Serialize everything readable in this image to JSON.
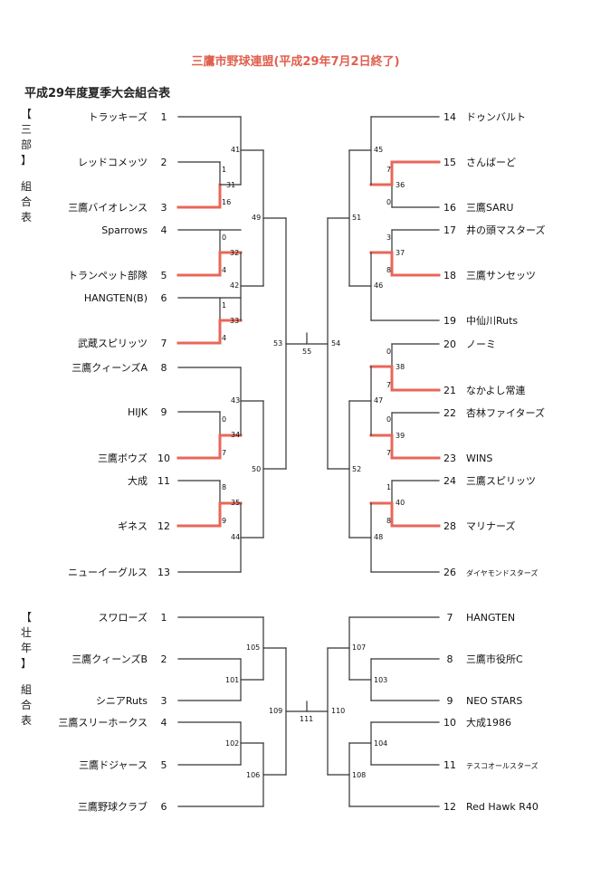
{
  "title": "三鷹市野球連盟(平成29年7月2日終了)",
  "subtitle": "平成29年度夏季大会組合表",
  "division_a_label": [
    "【",
    "三",
    "部",
    "】",
    "組",
    "合",
    "表"
  ],
  "division_b_label": [
    "【",
    "壮",
    "年",
    "】",
    "組",
    "合",
    "表"
  ],
  "colors": {
    "winner": "#e8675a",
    "line": "#333333",
    "title": "#e0604f"
  },
  "division_a": {
    "left_teams": [
      {
        "seed": "1",
        "name": "トラッキーズ"
      },
      {
        "seed": "2",
        "name": "レッドコメッツ"
      },
      {
        "seed": "3",
        "name": "三鷹バイオレンス"
      },
      {
        "seed": "4",
        "name": "Sparrows"
      },
      {
        "seed": "5",
        "name": "トランペット部隊"
      },
      {
        "seed": "6",
        "name": "HANGTEN(B)"
      },
      {
        "seed": "7",
        "name": "武蔵スピリッツ"
      },
      {
        "seed": "8",
        "name": "三鷹クィーンズA"
      },
      {
        "seed": "9",
        "name": "HIJK"
      },
      {
        "seed": "10",
        "name": "三鷹ボウズ"
      },
      {
        "seed": "11",
        "name": "大成"
      },
      {
        "seed": "12",
        "name": "ギネス"
      },
      {
        "seed": "13",
        "name": "ニューイーグルス"
      }
    ],
    "right_teams": [
      {
        "seed": "14",
        "name": "ドゥンバルト"
      },
      {
        "seed": "15",
        "name": "さんばーど"
      },
      {
        "seed": "16",
        "name": "三鷹SARU"
      },
      {
        "seed": "17",
        "name": "井の頭マスターズ"
      },
      {
        "seed": "18",
        "name": "三鷹サンセッツ"
      },
      {
        "seed": "19",
        "name": "中仙川Ruts"
      },
      {
        "seed": "20",
        "name": "ノーミ"
      },
      {
        "seed": "21",
        "name": "なかよし常連"
      },
      {
        "seed": "22",
        "name": "杏林ファイターズ"
      },
      {
        "seed": "23",
        "name": "WINS"
      },
      {
        "seed": "24",
        "name": "三鷹スピリッツ"
      },
      {
        "seed": "28",
        "name": "マリナーズ"
      },
      {
        "seed": "26",
        "name": "ダイヤモンドスターズ"
      }
    ],
    "left_matches": [
      "31",
      "41",
      "32",
      "42",
      "33",
      "49",
      "34",
      "43",
      "35",
      "44",
      "50",
      "53"
    ],
    "right_matches": [
      "36",
      "45",
      "37",
      "46",
      "51",
      "38",
      "39",
      "47",
      "40",
      "48",
      "52",
      "54"
    ],
    "final_match": "55",
    "left_scores": {
      "m31_top": "1",
      "m31_bottom": "16",
      "m32_top": "0",
      "m32_bottom": "4",
      "m33_top": "1",
      "m33_bottom": "4",
      "m34_top": "0",
      "m34_bottom": "7",
      "m35_top": "8",
      "m35_bottom": "9"
    },
    "right_scores": {
      "m36_top": "7",
      "m36_bottom": "0",
      "m37_top": "3",
      "m37_bottom": "8",
      "m38_top": "0",
      "m38_bottom": "7",
      "m39_top": "0",
      "m39_bottom": "7",
      "m40_top": "1",
      "m40_bottom": "8"
    }
  },
  "division_b": {
    "left_teams": [
      {
        "seed": "1",
        "name": "スワローズ"
      },
      {
        "seed": "2",
        "name": "三鷹クィーンズB"
      },
      {
        "seed": "3",
        "name": "シニアRuts"
      },
      {
        "seed": "4",
        "name": "三鷹スリーホークス"
      },
      {
        "seed": "5",
        "name": "三鷹ドジャース"
      },
      {
        "seed": "6",
        "name": "三鷹野球クラブ"
      }
    ],
    "right_teams": [
      {
        "seed": "7",
        "name": "HANGTEN"
      },
      {
        "seed": "8",
        "name": "三鷹市役所C"
      },
      {
        "seed": "9",
        "name": "NEO STARS"
      },
      {
        "seed": "10",
        "name": "大成1986"
      },
      {
        "seed": "11",
        "name": "テスコオールスターズ"
      },
      {
        "seed": "12",
        "name": "Red Hawk R40"
      }
    ],
    "left_matches": [
      "101",
      "105",
      "102",
      "106",
      "109"
    ],
    "right_matches": [
      "103",
      "107",
      "104",
      "108",
      "110"
    ],
    "final_match": "111"
  }
}
